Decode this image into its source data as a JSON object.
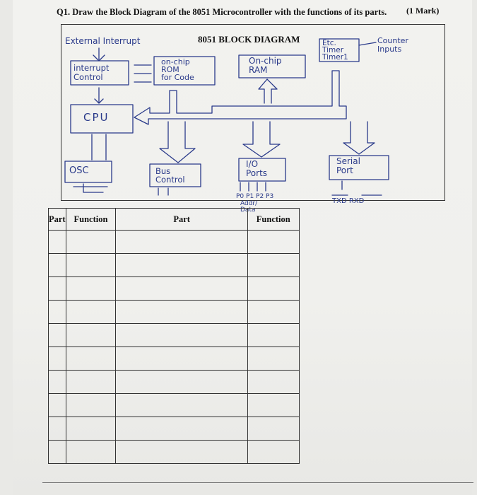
{
  "question": {
    "text": "Q1. Draw the Block Diagram of the 8051 Microcontroller with the functions of its parts.",
    "marks": "(1 Mark)"
  },
  "diagram": {
    "title": "8051 BLOCK DIAGRAM",
    "handwritten": {
      "external_interrupt": "External\nInterrupt",
      "interrupt_control": "interrupt\nControl",
      "rom": "on-chip\nROM\nfor Code",
      "ram": "On-chip\nRAM",
      "timers": "Etc.\nTimer\nTimer1",
      "counter_inputs": "Counter\nInputs",
      "cpu": "CPU",
      "osc": "OSC",
      "bus_control": "Bus\nControl",
      "io_ports": "I/O\nPorts",
      "port_labels": "P0 P1 P2 P3",
      "addr_data": "Addr/\nData",
      "serial_port": "Serial\nPort",
      "txd_rxd": "TXD RXD"
    }
  },
  "table": {
    "headers": [
      "",
      "Part",
      "Function",
      "Part",
      "Function"
    ],
    "empty_rows": 10
  }
}
